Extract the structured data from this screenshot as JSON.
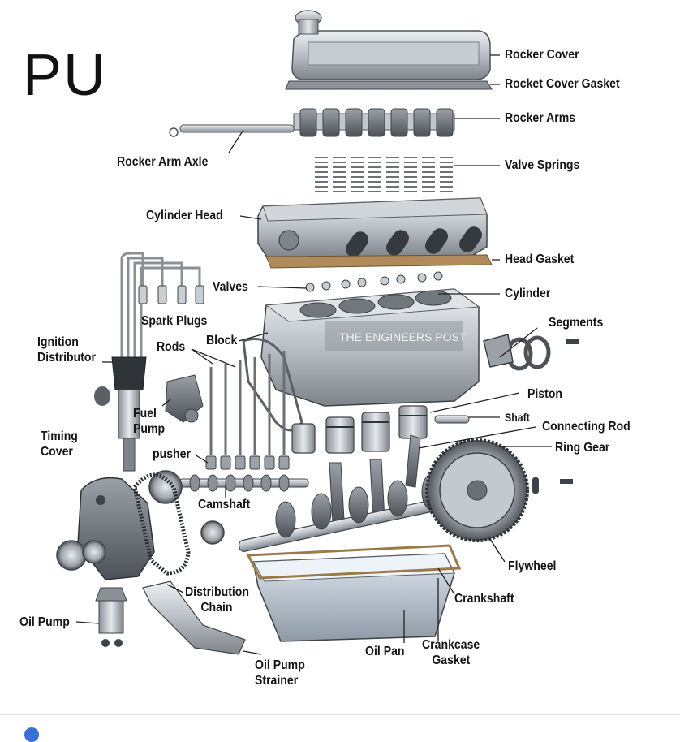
{
  "corner_title": "PU",
  "watermark": "THE ENGINEERS POST",
  "labels": {
    "rocker_cover": "Rocker Cover",
    "rocket_cover_gasket": "Rocket Cover Gasket",
    "rocker_arms": "Rocker Arms",
    "rocker_arm_axle": "Rocker Arm Axle",
    "valve_springs": "Valve Springs",
    "cylinder_head": "Cylinder Head",
    "head_gasket": "Head Gasket",
    "valves": "Valves",
    "cylinder": "Cylinder",
    "spark_plugs": "Spark Plugs",
    "segments": "Segments",
    "block": "Block",
    "rods": "Rods",
    "ignition_distributor": [
      "Ignition",
      "Distributor"
    ],
    "piston": "Piston",
    "fuel_pump": [
      "Fuel",
      "Pump"
    ],
    "shaft": "Shaft",
    "connecting_rod": "Connecting Rod",
    "timing_cover": [
      "Timing",
      "Cover"
    ],
    "ring_gear": "Ring Gear",
    "pusher": "pusher",
    "camshaft": "Camshaft",
    "flywheel": "Flywheel",
    "distribution_chain": [
      "Distribution",
      "Chain"
    ],
    "crankshaft": "Crankshaft",
    "oil_pump": "Oil Pump",
    "oil_pan": "Oil Pan",
    "crankcase_gasket": [
      "Crankcase",
      "Gasket"
    ],
    "oil_pump_strainer": [
      "Oil Pump",
      "Strainer"
    ]
  },
  "colors": {
    "metal_light": "#d9dde0",
    "metal_mid": "#a9afb4",
    "metal_dark": "#5a6066",
    "gasket": "#b08a5a",
    "leader": "#222222",
    "text": "#151515"
  }
}
